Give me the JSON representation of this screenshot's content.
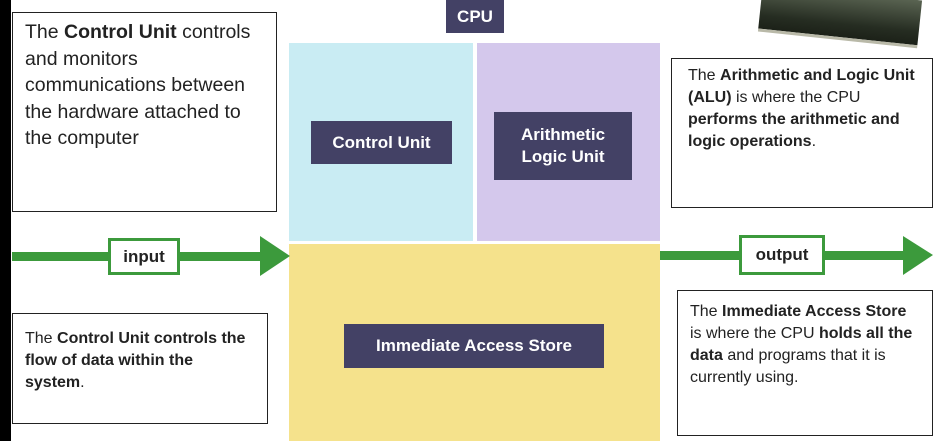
{
  "cpu_title": "CPU",
  "control_unit_label": "Control Unit",
  "alu_label_line1": "Arithmetic",
  "alu_label_line2": "Logic Unit",
  "ias_label": "Immediate Access Store",
  "input_label": "input",
  "output_label": "output",
  "notes": {
    "cu_top": {
      "t1": "The ",
      "b1": "Control Unit",
      "t2": " controls and monitors communications between the hardware attached to the computer"
    },
    "alu": {
      "t1": "The ",
      "b1": "Arithmetic and Logic Unit (ALU)",
      "t2": " is where the CPU ",
      "b2": "performs the arithmetic and logic operations",
      "t3": "."
    },
    "cu_bottom": {
      "t1": "The ",
      "b1": "Control Unit controls the flow of data within the system",
      "t2": "."
    },
    "ias": {
      "t1": "The ",
      "b1": "Immediate Access Store",
      "t2": " is where the CPU ",
      "b2": "holds all the data",
      "t3": " and programs that it is currently using."
    }
  },
  "colors": {
    "control_unit_panel": "#c9ecf3",
    "alu_panel": "#d4c8ec",
    "ias_panel": "#f5e28c",
    "label_bg": "#434165",
    "arrow": "#3c9a3c"
  },
  "icons": [
    "cpu-chip-photo",
    "right-arrow-icon"
  ]
}
